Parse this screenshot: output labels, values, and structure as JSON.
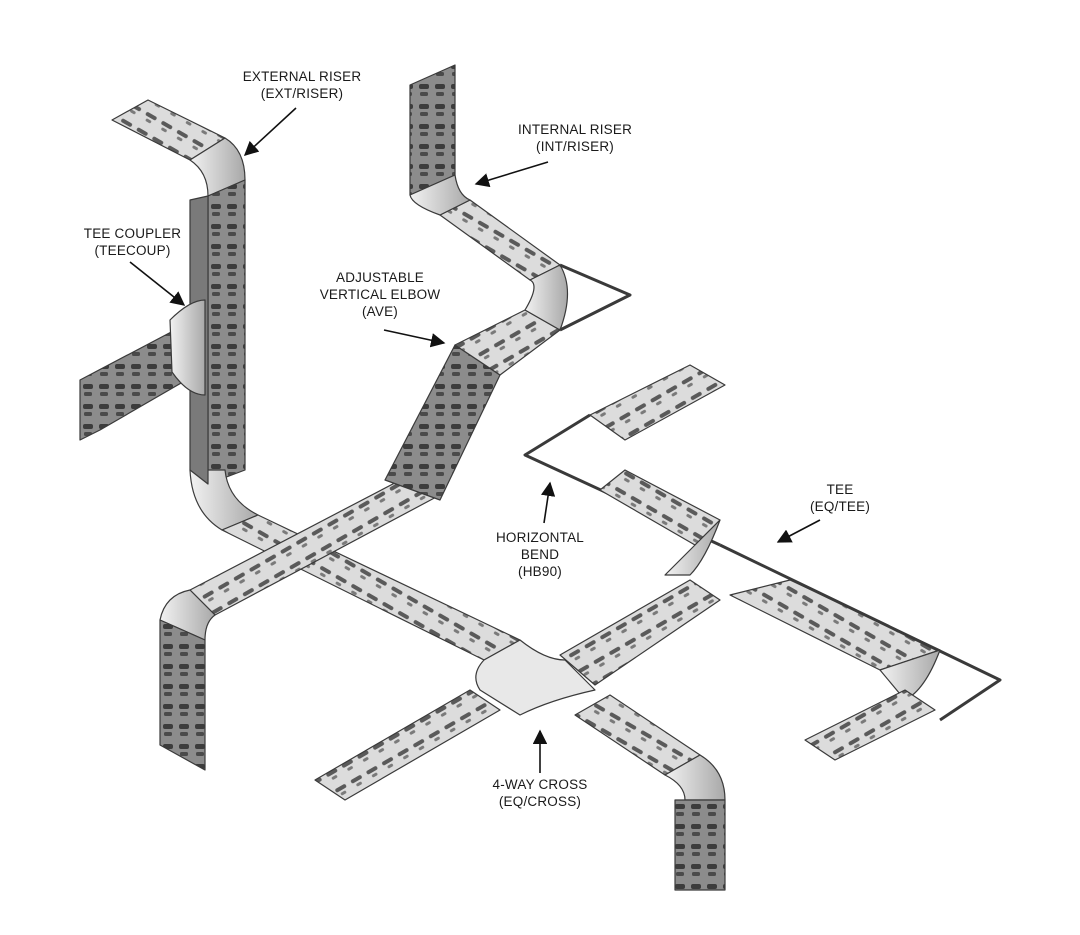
{
  "labels": {
    "external_riser": {
      "line1": "EXTERNAL RISER",
      "line2": "(EXT/RISER)"
    },
    "internal_riser": {
      "line1": "INTERNAL RISER",
      "line2": "(INT/RISER)"
    },
    "tee_coupler": {
      "line1": "TEE COUPLER",
      "line2": "(TEECOUP)"
    },
    "adjustable_vertical_elbow": {
      "line1": "ADJUSTABLE",
      "line2": "VERTICAL ELBOW",
      "line3": "(AVE)"
    },
    "tee": {
      "line1": "TEE",
      "line2": "(EQ/TEE)"
    },
    "horizontal_bend": {
      "line1": "HORIZONTAL",
      "line2": "BEND",
      "line3": "(HB90)"
    },
    "four_way_cross": {
      "line1": "4-WAY CROSS",
      "line2": "(EQ/CROSS)"
    }
  },
  "colors": {
    "tray_face": "#d9d9d9",
    "tray_side": "#9a9a9a",
    "tray_dark": "#4a4a4a",
    "slot": "#555555",
    "outline": "#3a3a3a",
    "arrow": "#111111"
  }
}
